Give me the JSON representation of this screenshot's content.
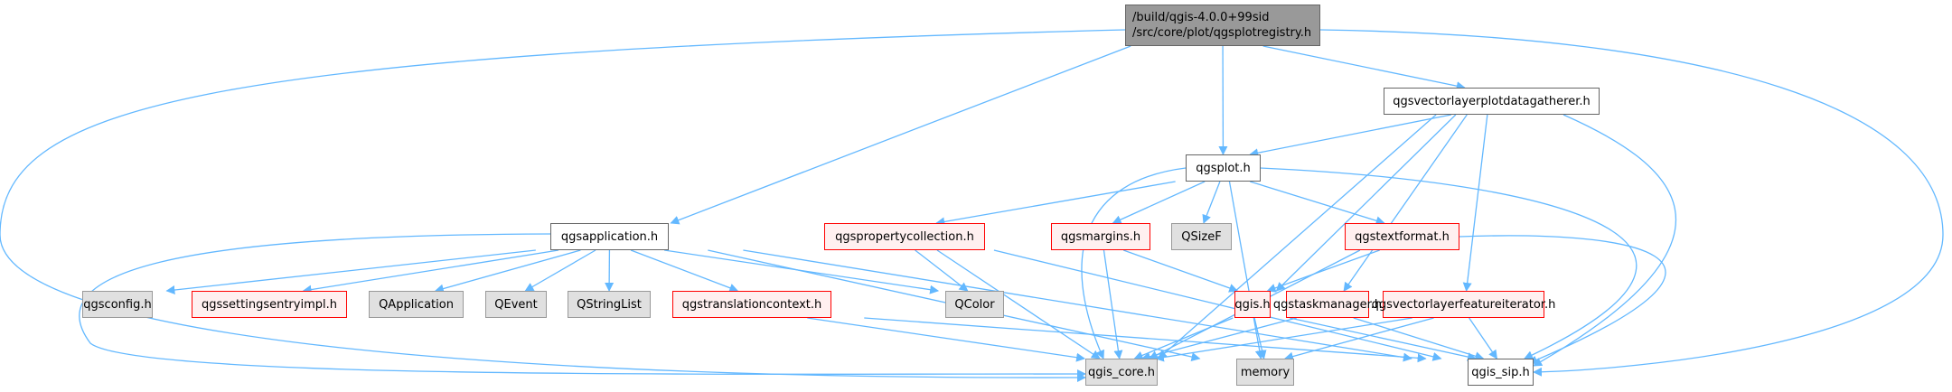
{
  "colors": {
    "edge": "#63b8ff",
    "root_fill": "#999999",
    "documented_border": "#666666",
    "external_fill": "#e0e0e0",
    "truncated_border": "#ff0000",
    "truncated_fill": "#fff0f0"
  },
  "nodes": {
    "root": {
      "line1": "/build/qgis-4.0.0+99sid",
      "line2": "/src/core/plot/qgsplotregistry.h"
    },
    "gatherer": {
      "label": "qgsvectorlayerplotdatagatherer.h"
    },
    "plot": {
      "label": "qgsplot.h"
    },
    "application": {
      "label": "qgsapplication.h"
    },
    "propertycollection": {
      "label": "qgspropertycollection.h"
    },
    "margins": {
      "label": "qgsmargins.h"
    },
    "qsizef": {
      "label": "QSizeF"
    },
    "textformat": {
      "label": "qgstextformat.h"
    },
    "config": {
      "label": "qgsconfig.h"
    },
    "settingsentry": {
      "label": "qgssettingsentryimpl.h"
    },
    "qapplication": {
      "label": "QApplication"
    },
    "qevent": {
      "label": "QEvent"
    },
    "qstringlist": {
      "label": "QStringList"
    },
    "translationcontext": {
      "label": "qgstranslationcontext.h"
    },
    "qcolor": {
      "label": "QColor"
    },
    "qgis": {
      "label": "qgis.h"
    },
    "taskmanager": {
      "label": "qgstaskmanager.h"
    },
    "featureiterator": {
      "label": "qgsvectorlayerfeatureiterator.h"
    },
    "core": {
      "label": "qgis_core.h"
    },
    "memory": {
      "label": "memory"
    },
    "sip": {
      "label": "qgis_sip.h"
    }
  },
  "edges": [
    [
      "root",
      "core"
    ],
    [
      "root",
      "application"
    ],
    [
      "root",
      "plot"
    ],
    [
      "root",
      "gatherer"
    ],
    [
      "root",
      "sip"
    ],
    [
      "gatherer",
      "plot"
    ],
    [
      "gatherer",
      "core"
    ],
    [
      "gatherer",
      "qgis"
    ],
    [
      "gatherer",
      "taskmanager"
    ],
    [
      "gatherer",
      "featureiterator"
    ],
    [
      "gatherer",
      "sip"
    ],
    [
      "plot",
      "core"
    ],
    [
      "plot",
      "propertycollection"
    ],
    [
      "plot",
      "margins"
    ],
    [
      "plot",
      "qsizef"
    ],
    [
      "plot",
      "textformat"
    ],
    [
      "plot",
      "memory"
    ],
    [
      "plot",
      "sip"
    ],
    [
      "application",
      "core"
    ],
    [
      "application",
      "config"
    ],
    [
      "application",
      "settingsentry"
    ],
    [
      "application",
      "qapplication"
    ],
    [
      "application",
      "qevent"
    ],
    [
      "application",
      "qstringlist"
    ],
    [
      "application",
      "translationcontext"
    ],
    [
      "application",
      "qcolor"
    ],
    [
      "application",
      "memory"
    ],
    [
      "application",
      "sip"
    ],
    [
      "propertycollection",
      "qcolor"
    ],
    [
      "propertycollection",
      "core"
    ],
    [
      "propertycollection",
      "sip"
    ],
    [
      "margins",
      "core"
    ],
    [
      "margins",
      "qgis"
    ],
    [
      "textformat",
      "core"
    ],
    [
      "textformat",
      "qgis"
    ],
    [
      "textformat",
      "sip"
    ],
    [
      "translationcontext",
      "core"
    ],
    [
      "translationcontext",
      "sip"
    ],
    [
      "qgis",
      "core"
    ],
    [
      "qgis",
      "memory"
    ],
    [
      "qgis",
      "sip"
    ],
    [
      "taskmanager",
      "core"
    ],
    [
      "taskmanager",
      "sip"
    ],
    [
      "featureiterator",
      "core"
    ],
    [
      "featureiterator",
      "memory"
    ],
    [
      "featureiterator",
      "sip"
    ]
  ]
}
